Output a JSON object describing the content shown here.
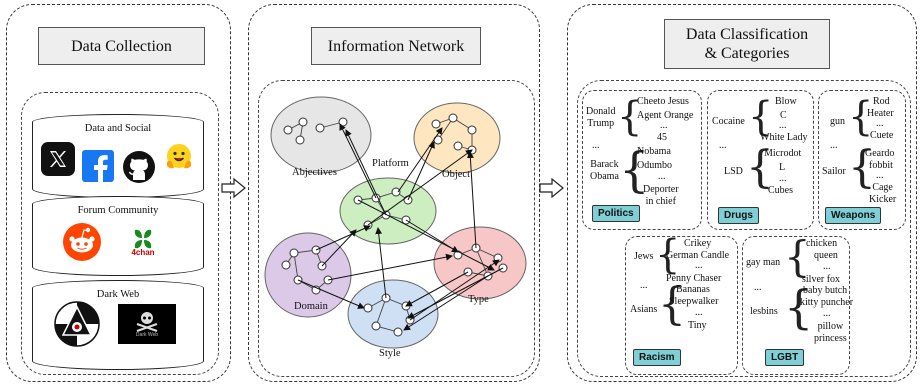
{
  "panels": {
    "collection": {
      "title": "Data Collection",
      "sources": [
        {
          "label": "Data and Social",
          "icons": [
            "x-logo-icon",
            "facebook-logo-icon",
            "github-logo-icon",
            "huggingface-logo-icon"
          ]
        },
        {
          "label": "Forum Community",
          "icons": [
            "reddit-logo-icon",
            "4chan-logo-icon"
          ]
        },
        {
          "label": "Dark Web",
          "icons": [
            "darkweb-logo-icon",
            "pirate-flag-icon"
          ]
        }
      ],
      "fourchan_text": "4chan",
      "darkweb_badge_text": "Dark Web"
    },
    "network": {
      "title": "Information Network",
      "nodes": {
        "objectives": "Abjectives",
        "platform": "Platform",
        "object": "Object",
        "domain": "Domain",
        "type": "Type",
        "style": "Style"
      },
      "colors": {
        "objectives": "#e6e6e6",
        "platform": "#cdeec0",
        "object": "#fde6c0",
        "domain": "#dcc9e8",
        "type": "#f7c6c6",
        "style": "#cfe0f5"
      }
    },
    "classification": {
      "title": "Data Classification\n& Categories",
      "categories": {
        "politics": {
          "label": "Politics",
          "groups": [
            {
              "term": "Donald\nTrump",
              "items": [
                "Cheeto Jesus",
                "Agent Orange",
                "...",
                "45"
              ]
            },
            {
              "term": "Barack\nObama",
              "items": [
                "Nobama",
                "Odumbo",
                "...",
                "Deporter\nin chief"
              ]
            }
          ],
          "mid": "..."
        },
        "drugs": {
          "label": "Drugs",
          "groups": [
            {
              "term": "Cocaine",
              "items": [
                "Blow",
                "C",
                "...",
                "White Lady"
              ]
            },
            {
              "term": "LSD",
              "items": [
                "Microdot",
                "L",
                "...",
                "Cubes"
              ]
            }
          ],
          "mid": "..."
        },
        "weapons": {
          "label": "Weapons",
          "groups": [
            {
              "term": "gun",
              "items": [
                "Rod",
                "Heater",
                "...",
                "Cuete"
              ]
            },
            {
              "term": "Sailor",
              "items": [
                "Geardo",
                "fobbit",
                "...",
                "Cage\nKicker"
              ]
            }
          ],
          "mid": "..."
        },
        "racism": {
          "label": "Racism",
          "groups": [
            {
              "term": "Jews",
              "items": [
                "Crikey",
                "German Candle",
                "...",
                "Penny Chaser"
              ]
            },
            {
              "term": "Asians",
              "items": [
                "Bananas",
                "Sleepwalker",
                "...",
                "Tiny"
              ]
            }
          ],
          "mid": "..."
        },
        "lgbt": {
          "label": "LGBT",
          "groups": [
            {
              "term": "gay man",
              "items": [
                "chicken",
                "queen",
                "...",
                "silver fox"
              ]
            },
            {
              "term": "lesbins",
              "items": [
                "baby butch",
                "kitty puncher",
                "...",
                "pillow\nprincess"
              ]
            }
          ],
          "mid": "..."
        }
      }
    }
  }
}
